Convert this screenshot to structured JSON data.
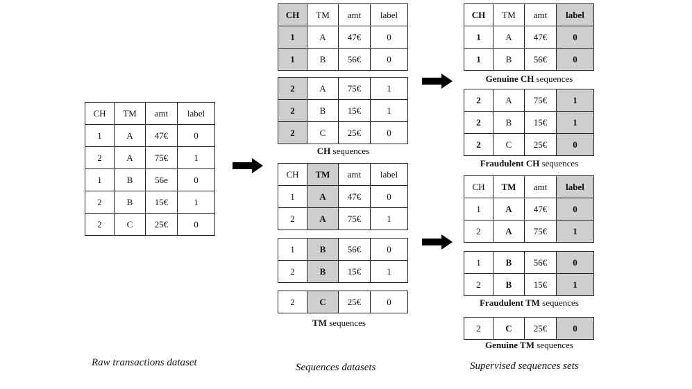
{
  "headers": [
    "CH",
    "TM",
    "amt",
    "label"
  ],
  "raw": {
    "rows": [
      [
        "1",
        "A",
        "47€",
        "0"
      ],
      [
        "2",
        "A",
        "75€",
        "1"
      ],
      [
        "1",
        "B",
        "56e",
        "0"
      ],
      [
        "2",
        "B",
        "15€",
        "1"
      ],
      [
        "2",
        "C",
        "25€",
        "0"
      ]
    ]
  },
  "ch_seq": {
    "group1": [
      [
        "1",
        "A",
        "47€",
        "0"
      ],
      [
        "1",
        "B",
        "56€",
        "0"
      ]
    ],
    "group2": [
      [
        "2",
        "A",
        "75€",
        "1"
      ],
      [
        "2",
        "B",
        "15€",
        "1"
      ],
      [
        "2",
        "C",
        "25€",
        "0"
      ]
    ],
    "caption_bold": "CH",
    "caption_rest": " sequences"
  },
  "tm_seq": {
    "group_a": [
      [
        "1",
        "A",
        "47€",
        "0"
      ],
      [
        "2",
        "A",
        "75€",
        "1"
      ]
    ],
    "group_b": [
      [
        "1",
        "B",
        "56€",
        "0"
      ],
      [
        "2",
        "B",
        "15€",
        "1"
      ]
    ],
    "group_c": [
      [
        "2",
        "C",
        "25€",
        "0"
      ]
    ],
    "caption_bold": "TM",
    "caption_rest": " sequences"
  },
  "supervised": {
    "genuine_ch": [
      [
        "1",
        "A",
        "47€",
        "0"
      ],
      [
        "1",
        "B",
        "56€",
        "0"
      ]
    ],
    "genuine_ch_caption": {
      "pre": "Genuine ",
      "bold": "CH",
      "post": " sequences"
    },
    "fraud_ch": [
      [
        "2",
        "A",
        "75€",
        "1"
      ],
      [
        "2",
        "B",
        "15€",
        "1"
      ],
      [
        "2",
        "C",
        "25€",
        "0"
      ]
    ],
    "fraud_ch_caption": {
      "pre": "Fraudulent ",
      "bold": "CH",
      "post": " sequences"
    },
    "fraud_tm": [
      [
        "1",
        "A",
        "47€",
        "0"
      ],
      [
        "2",
        "A",
        "75€",
        "1"
      ]
    ],
    "fraud_tm2": [
      [
        "1",
        "B",
        "56€",
        "0"
      ],
      [
        "2",
        "B",
        "15€",
        "1"
      ]
    ],
    "fraud_tm_caption": {
      "pre": "Fraudulent ",
      "bold": "TM",
      "post": " sequences"
    },
    "genuine_tm": [
      [
        "2",
        "C",
        "25€",
        "0"
      ]
    ],
    "genuine_tm_caption": {
      "pre": "Genuine ",
      "bold": "TM",
      "post": " sequences"
    }
  },
  "bottom_labels": {
    "raw": "Raw transactions dataset",
    "sequences": "Sequences datasets",
    "supervised": "Supervised sequences sets"
  }
}
